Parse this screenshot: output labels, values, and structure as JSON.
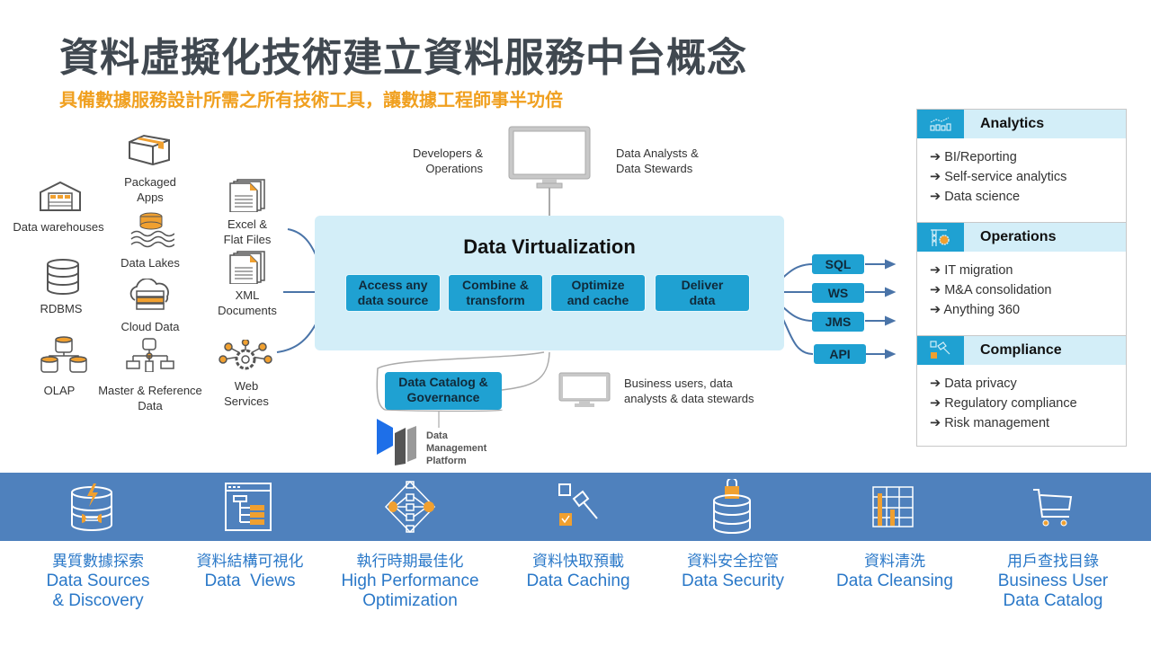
{
  "header": {
    "title": "資料虛擬化技術建立資料服務中台概念",
    "subtitle": "具備數據服務設計所需之所有技術工具，讓數據工程師事半功倍"
  },
  "sources": [
    {
      "label": "Data warehouses",
      "icon": "warehouse-icon"
    },
    {
      "label": "Packaged\nApps",
      "icon": "package-box-icon"
    },
    {
      "label": "Excel &\nFlat Files",
      "icon": "documents-icon"
    },
    {
      "label": "Data Lakes",
      "icon": "data-lake-icon"
    },
    {
      "label": "RDBMS",
      "icon": "database-icon"
    },
    {
      "label": "XML\nDocuments",
      "icon": "documents-icon"
    },
    {
      "label": "Cloud Data",
      "icon": "cloud-server-icon"
    },
    {
      "label": "OLAP",
      "icon": "olap-cubes-icon"
    },
    {
      "label": "Master & Reference\nData",
      "icon": "network-hierarchy-icon"
    },
    {
      "label": "Web\nServices",
      "icon": "web-services-gear-icon"
    }
  ],
  "top_users": {
    "left": "Developers &\nOperations",
    "right": "Data Analysts &\nData Stewards"
  },
  "data_virtualization": {
    "title": "Data Virtualization",
    "steps": [
      "Access any\ndata source",
      "Combine &\ntransform",
      "Optimize\nand cache",
      "Deliver\ndata"
    ]
  },
  "protocols": [
    "SQL",
    "WS",
    "JMS",
    "API"
  ],
  "catalog": {
    "label": "Data Catalog &\nGovernance",
    "platform": "Data\nManagement\nPlatform"
  },
  "bottom_users": "Business users, data\nanalysts & data stewards",
  "use_cases": [
    {
      "title": "Analytics",
      "icon": "analytics-chart-icon",
      "items": [
        "BI/Reporting",
        "Self-service analytics",
        "Data science"
      ]
    },
    {
      "title": "Operations",
      "icon": "crane-gear-icon",
      "items": [
        "IT migration",
        "M&A consolidation",
        "Anything 360"
      ]
    },
    {
      "title": "Compliance",
      "icon": "gavel-check-icon",
      "items": [
        "Data privacy",
        "Regulatory compliance",
        "Risk management"
      ]
    }
  ],
  "arrow_glyph": "➔",
  "capabilities": [
    {
      "zh": "異質數據探索",
      "en": "Data Sources\n& Discovery",
      "icon": "database-plug-icon"
    },
    {
      "zh": "資料結構可視化",
      "en": "Data  Views",
      "icon": "tree-view-icon"
    },
    {
      "zh": "執行時期最佳化",
      "en": "High Performance\nOptimization",
      "icon": "flow-optimization-icon"
    },
    {
      "zh": "資料快取預載",
      "en": "Data Caching",
      "icon": "gavel-check-icon"
    },
    {
      "zh": "資料安全控管",
      "en": "Data Security",
      "icon": "database-lock-icon"
    },
    {
      "zh": "資料清洗",
      "en": "Data Cleansing",
      "icon": "grid-chart-icon"
    },
    {
      "zh": "用戶查找目錄",
      "en": "Business User\nData Catalog",
      "icon": "shopping-cart-icon"
    }
  ],
  "colors": {
    "accent_blue": "#1fa1d2",
    "panel_light": "#d3eef8",
    "band_blue": "#4f81bd",
    "caption_blue": "#2a78c8",
    "subtitle_orange": "#f0a020",
    "title_gray": "#404850",
    "icon_orange": "#f0a030",
    "connector_blue": "#4a74a8"
  }
}
